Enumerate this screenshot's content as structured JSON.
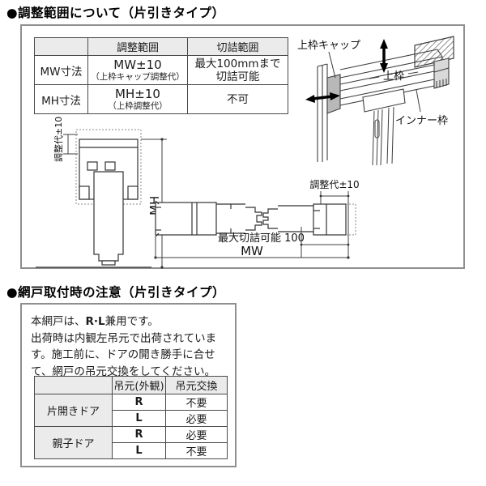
{
  "colors": {
    "header_fill": "#ebebeb",
    "box_border": "#8f8f8f",
    "drawing_line": "#3f3f3f",
    "cap_fill": "#b8b8b8"
  },
  "section1": {
    "title": "●調整範囲について（片引きタイプ）",
    "table": {
      "col_blank": "",
      "col_range": "調整範囲",
      "col_cut": "切詰範囲",
      "rows": [
        {
          "label": "MW寸法",
          "main": "MW±10",
          "sub": "（上枠キャップ調整代）",
          "cut1": "最大100mmまで",
          "cut2": "切詰可能"
        },
        {
          "label": "MH寸法",
          "main": "MH±10",
          "sub": "（上枠調整代）",
          "cut1": "不可",
          "cut2": ""
        }
      ]
    },
    "diagram3d": {
      "cap": "上枠キャップ",
      "frame": "上枠",
      "inner": "インナー枠"
    },
    "vsec": {
      "adjust": "調整代±10",
      "mh": "MH"
    },
    "hsec": {
      "adjust": "調整代±10",
      "cut": "最大切詰可能 100",
      "mw": "MW"
    }
  },
  "section2": {
    "title": "●網戸取付時の注意（片引きタイプ）",
    "note": {
      "l1a": "本網戸は、",
      "l1b": "R·L",
      "l1c": "兼用です。",
      "l2": "出荷時は内観左吊元で出荷されていま",
      "l3": "す。施工前に、ドアの開き勝手に合せ",
      "l4": "て、網戸の吊元交換をしてください。"
    },
    "table": {
      "col_blank": "",
      "col_hinge": "吊元(外観)",
      "col_swap": "吊元交換",
      "groups": [
        {
          "label": "片開きドア",
          "rows": [
            {
              "h": "R",
              "s": "不要"
            },
            {
              "h": "L",
              "s": "必要"
            }
          ]
        },
        {
          "label": "親子ドア",
          "rows": [
            {
              "h": "R",
              "s": "必要"
            },
            {
              "h": "L",
              "s": "不要"
            }
          ]
        }
      ]
    }
  }
}
